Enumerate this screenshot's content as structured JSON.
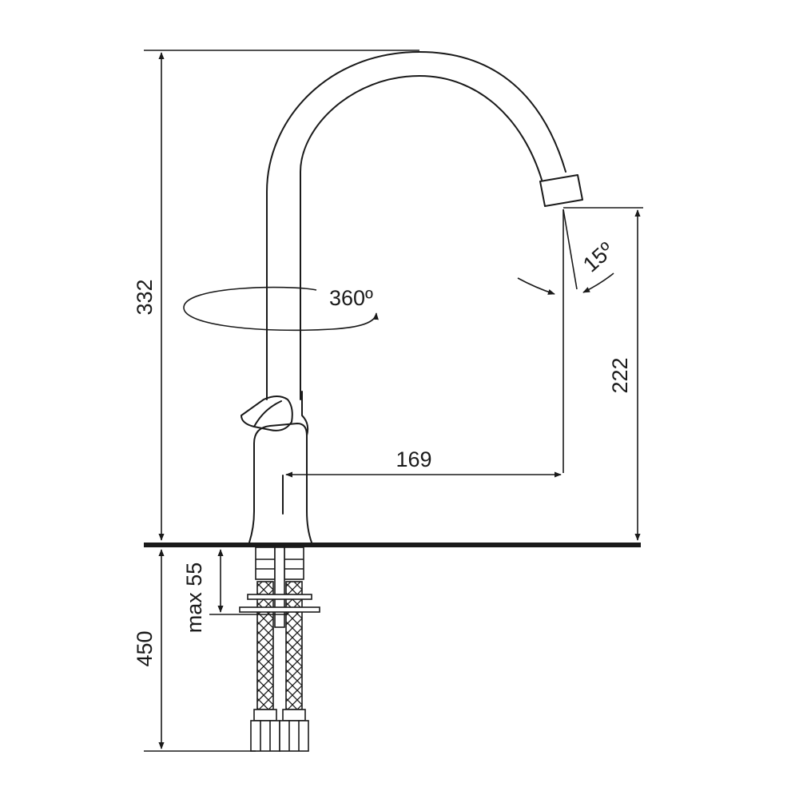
{
  "dimensions": {
    "total_height": "332",
    "spout_height": "222",
    "reach": "169",
    "hose_length": "450",
    "max_mount_thickness": "max 55",
    "rotation": "360º",
    "tilt_angle": "15º"
  },
  "colors": {
    "line": "#1a1a1a",
    "background": "#ffffff"
  }
}
